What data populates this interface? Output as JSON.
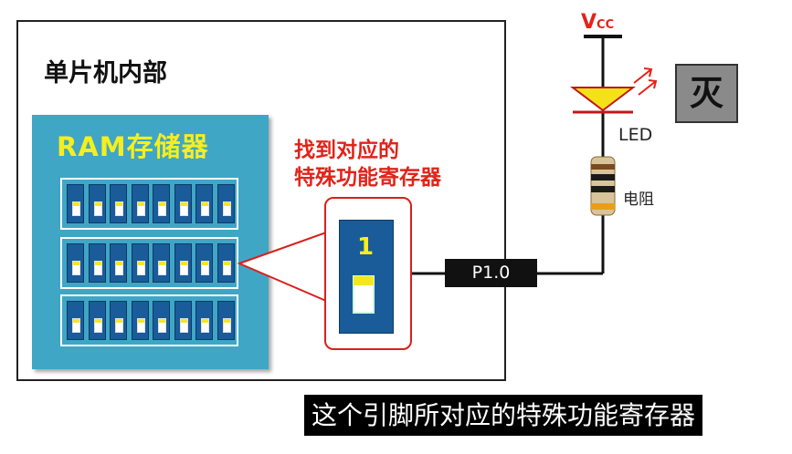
{
  "mcu": {
    "title": "单片机内部"
  },
  "ram": {
    "title": "RAM存储器"
  },
  "callout": {
    "line1": "找到对应的",
    "line2": "特殊功能寄存器"
  },
  "register": {
    "value": "1"
  },
  "pin": {
    "label": "P1.0"
  },
  "circuit": {
    "vcc_main": "V",
    "vcc_sub": "CC",
    "led_label": "LED",
    "resistor_label": "电阻"
  },
  "state": {
    "label": "灭"
  },
  "caption": "这个引脚所对应的特殊功能寄存器",
  "colors": {
    "accent_red": "#e2231a",
    "ram_blue": "#3fa6c6",
    "cell_blue": "#1a5b9a",
    "bit_yellow": "#f4e81c",
    "led_yellow": "#f5e11a"
  },
  "icons": [
    "led-icon",
    "resistor-icon",
    "light-rays-icon"
  ]
}
